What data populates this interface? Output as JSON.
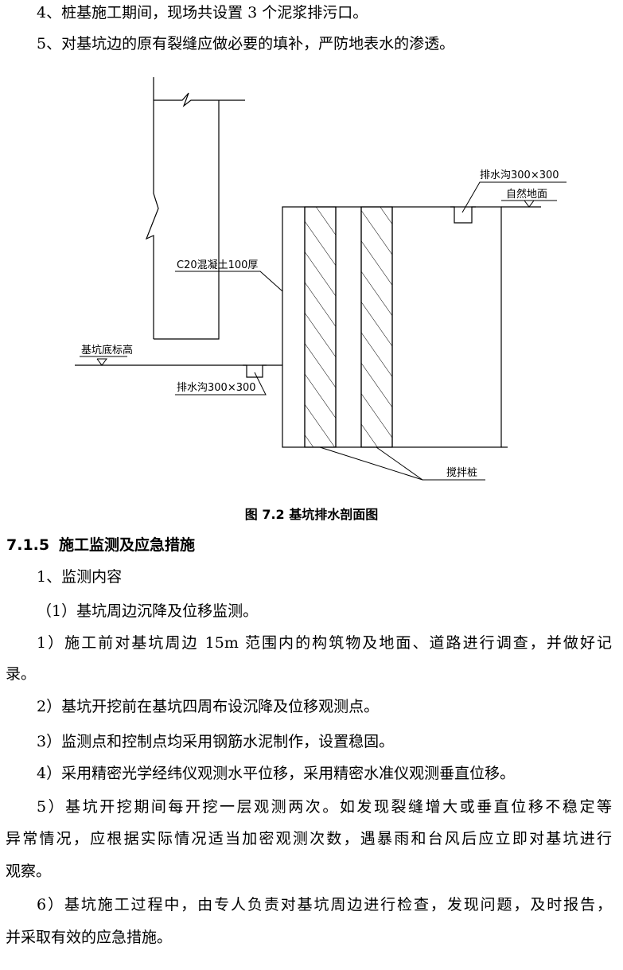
{
  "intro": [
    "4、桩基施工期间，现场共设置 3 个泥浆排污口。",
    "5、对基坑边的原有裂缝应做必要的填补，严防地表水的渗透。"
  ],
  "figure": {
    "labels": {
      "drain_top": "排水沟300×300",
      "natural_ground": "自然地面",
      "concrete": "C20混凝土100厚",
      "pit_bottom": "基坑底标高",
      "drain_bottom": "排水沟300×300",
      "mixing_pile": "搅拌桩"
    },
    "caption": "图 7.2  基坑排水剖面图"
  },
  "section": {
    "number": "7.1.5",
    "title": "施工监测及应急措施"
  },
  "body": {
    "p1": "1、监测内容",
    "p2": "（1）基坑周边沉降及位移监测。",
    "p3a": "1）施工前对基坑周边 15m 范围内的构筑物及地面、道路进行调查，并做好记",
    "p3b": "录。",
    "p4": "2）基坑开挖前在基坑四周布设沉降及位移观测点。",
    "p5": "3）监测点和控制点均采用钢筋水泥制作，设置稳固。",
    "p6": "4）采用精密光学经纬仪观测水平位移，采用精密水准仪观测垂直位移。",
    "p7a": "5）基坑开挖期间每开挖一层观测两次。如发现裂缝增大或垂直位移不稳定等",
    "p7b": "异常情况，应根据实际情况适当加密观测次数，遇暴雨和台风后应立即对基坑进行",
    "p7c": "观察。",
    "p8a": "6）基坑施工过程中，由专人负责对基坑周边进行检查，发现问题，及时报告，",
    "p8b": "并采取有效的应急措施。"
  }
}
